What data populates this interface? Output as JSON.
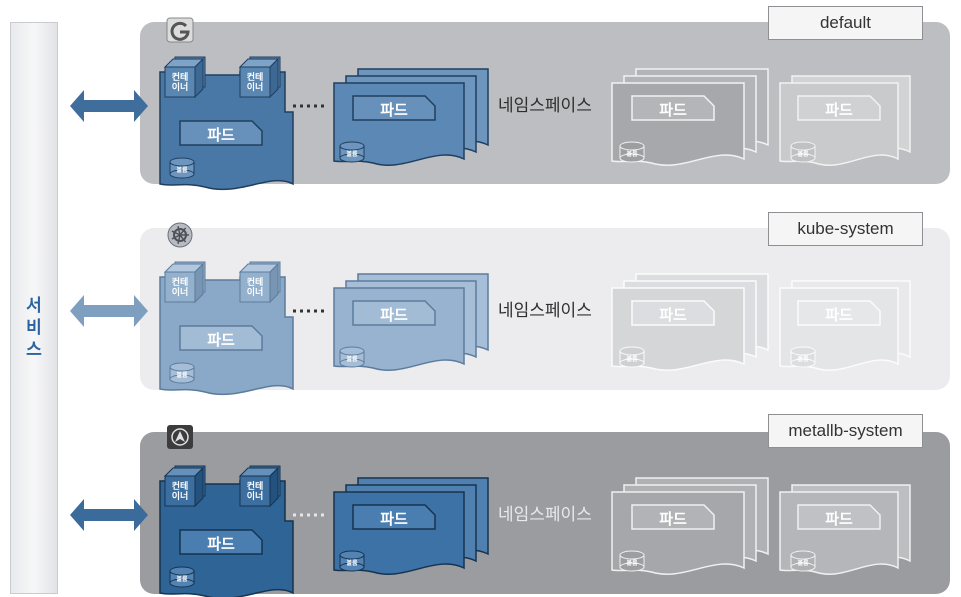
{
  "service": {
    "label": "서\n비\n스"
  },
  "namespaces": [
    {
      "name": "default",
      "label": "네임스페이스",
      "container_label": "컨테\n이너",
      "pod_label": "파드",
      "volume_label": "볼륨",
      "logo_icon": "gcp-icon",
      "accent": "#4a78a6"
    },
    {
      "name": "kube-system",
      "label": "네임스페이스",
      "container_label": "컨테\n이너",
      "pod_label": "파드",
      "volume_label": "볼륨",
      "logo_icon": "kubernetes-icon",
      "accent": "#7d9fc2"
    },
    {
      "name": "metallb-system",
      "label": "네임스페이스",
      "container_label": "컨테\n이너",
      "pod_label": "파드",
      "volume_label": "볼륨",
      "logo_icon": "metallb-icon",
      "accent": "#2f6497"
    }
  ],
  "colors": {
    "arrow_default": "#3f6e9c",
    "arrow_kube": "#7f9fc0",
    "arrow_metallb": "#3a6b9b"
  }
}
